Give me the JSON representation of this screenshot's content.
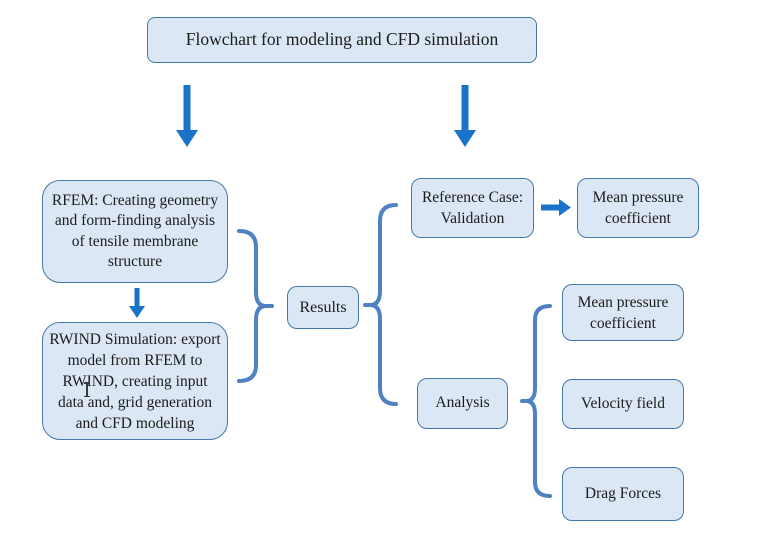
{
  "title": "Flowchart for modeling and CFD simulation",
  "colors": {
    "box_fill": "#dbe7f4",
    "box_border": "#4878a8",
    "brace_blue": "#4f82c2",
    "arrow_blue": "#1873c9",
    "text": "#1c1c1c",
    "background": "#ffffff"
  },
  "nodes": {
    "rfem": {
      "label": "RFEM: Creating geometry and form-finding analysis of tensile membrane structure",
      "lines": [
        "RFEM: Creating geometry",
        "and form-finding analysis",
        "of tensile membrane",
        "structure"
      ]
    },
    "rwind": {
      "label": "RWIND Simulation: export model from RFEM to RWIND, creating input data and, grid generation and CFD modeling",
      "lines": [
        "RWIND Simulation: export",
        "model from RFEM to",
        "RWIND, creating input",
        "data and, grid generation",
        "and CFD modeling"
      ]
    },
    "results": {
      "label": "Results"
    },
    "reference_case": {
      "label": "Reference Case: Validation",
      "lines": [
        "Reference Case:",
        "Validation"
      ]
    },
    "mean_pressure_validation": {
      "label": "Mean pressure coefficient",
      "lines": [
        "Mean pressure",
        "coefficient"
      ]
    },
    "analysis": {
      "label": "Analysis"
    },
    "mean_pressure_analysis": {
      "label": "Mean pressure coefficient",
      "lines": [
        "Mean pressure",
        "coefficient"
      ]
    },
    "velocity_field": {
      "label": "Velocity field"
    },
    "drag_forces": {
      "label": "Drag Forces"
    }
  },
  "connectors": {
    "icons": [
      "down-arrow-icon-left",
      "down-arrow-icon-right",
      "down-arrow-icon-small",
      "right-arrow-icon",
      "merge-brace-icon",
      "results-branch-brace-icon",
      "analysis-branch-brace-icon"
    ]
  }
}
